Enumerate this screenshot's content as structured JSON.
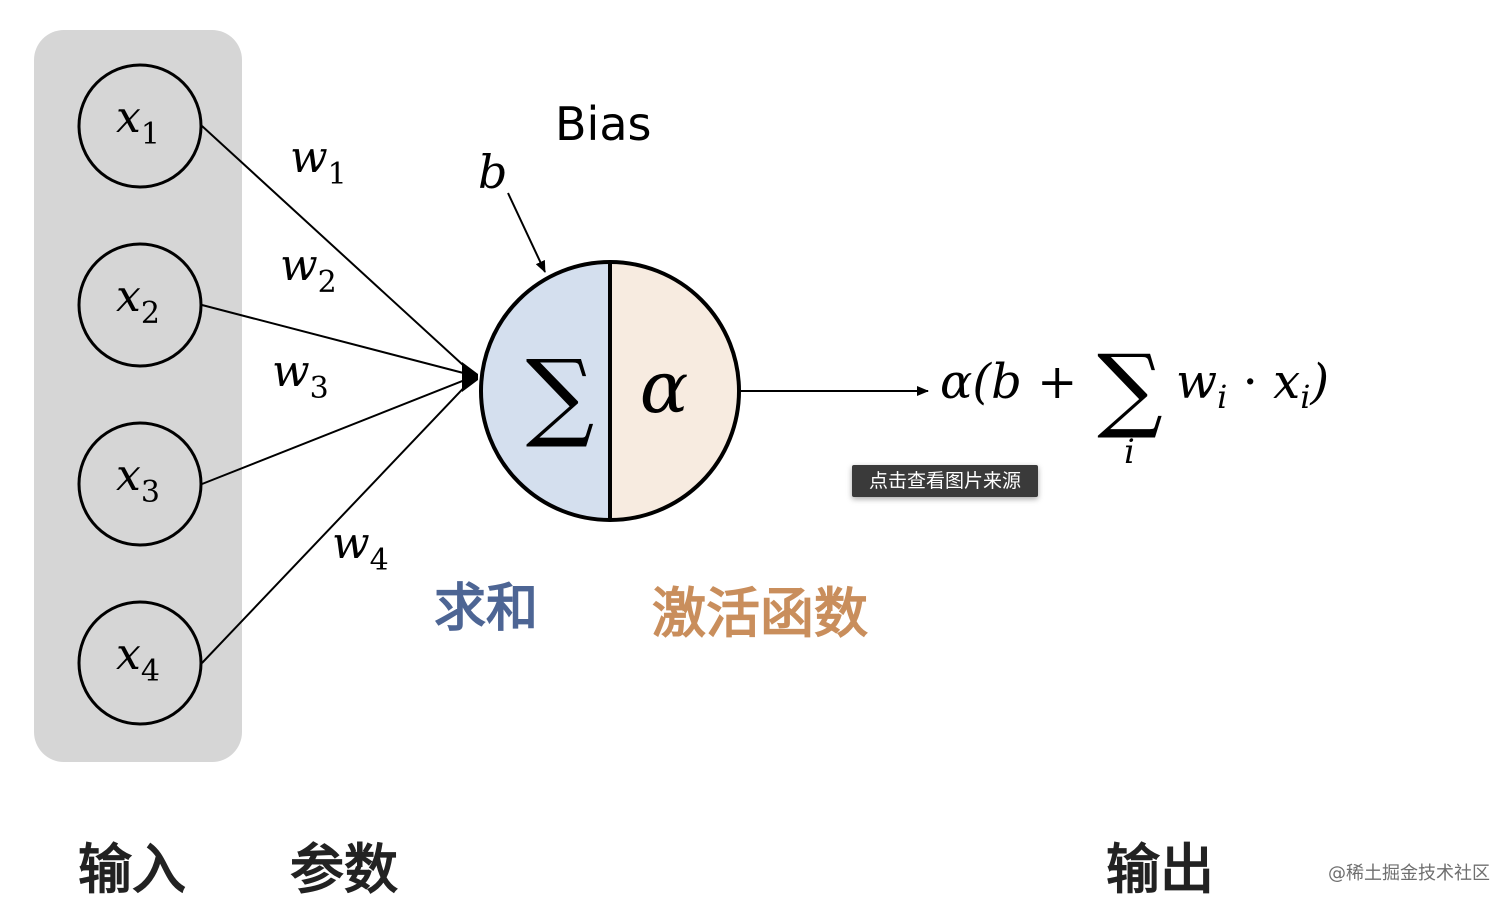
{
  "diagram": {
    "inputs": [
      {
        "symbol": "x",
        "sub": "1"
      },
      {
        "symbol": "x",
        "sub": "2"
      },
      {
        "symbol": "x",
        "sub": "3"
      },
      {
        "symbol": "x",
        "sub": "4"
      }
    ],
    "weights": [
      {
        "symbol": "w",
        "sub": "1"
      },
      {
        "symbol": "w",
        "sub": "2"
      },
      {
        "symbol": "w",
        "sub": "3"
      },
      {
        "symbol": "w",
        "sub": "4"
      }
    ],
    "bias_title": "Bias",
    "bias_symbol": "b",
    "sum_symbol": "∑",
    "activation_symbol": "α",
    "formula": {
      "head": "α(b + ",
      "sigma": "∑",
      "sigma_index": "i",
      "w": "w",
      "w_sub": "i",
      "dot": " · ",
      "x": "x",
      "x_sub": "i",
      "close": ")"
    },
    "labels": {
      "sum": "求和",
      "activation": "激活函数",
      "input": "输入",
      "params": "参数",
      "output": "输出"
    },
    "colors": {
      "input_panel": "#d6d6d6",
      "sum_half": "#d4dfee",
      "activation_half": "#f7ebe0",
      "sum_label": "#4d6594",
      "activation_label": "#c98e5c",
      "stroke": "#000000"
    }
  },
  "overlay": {
    "tooltip": "点击查看图片来源",
    "watermark": "@稀土掘金技术社区"
  }
}
